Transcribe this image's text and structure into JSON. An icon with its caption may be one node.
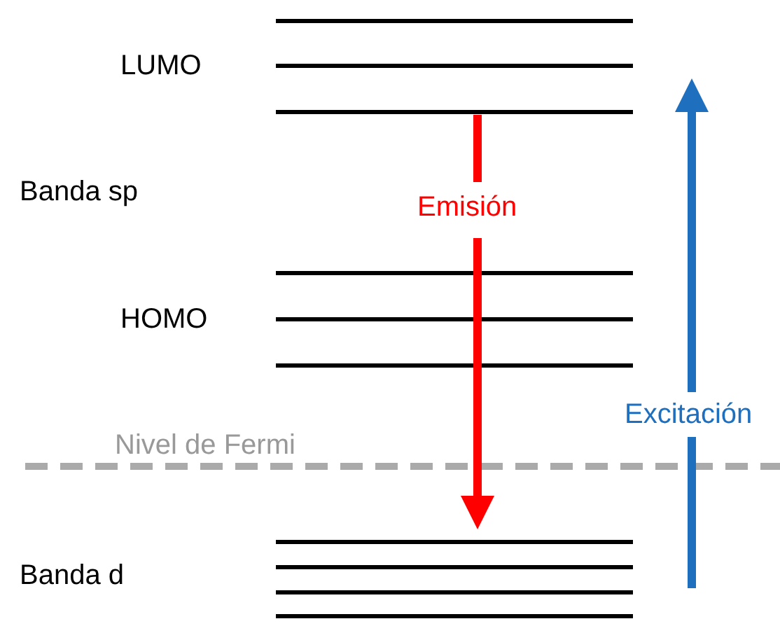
{
  "diagram": {
    "labels": [
      "LUMO",
      "Banda sp",
      "HOMO",
      "Nivel de Fermi",
      "Banda d",
      "Emisión",
      "Excitación"
    ]
  }
}
